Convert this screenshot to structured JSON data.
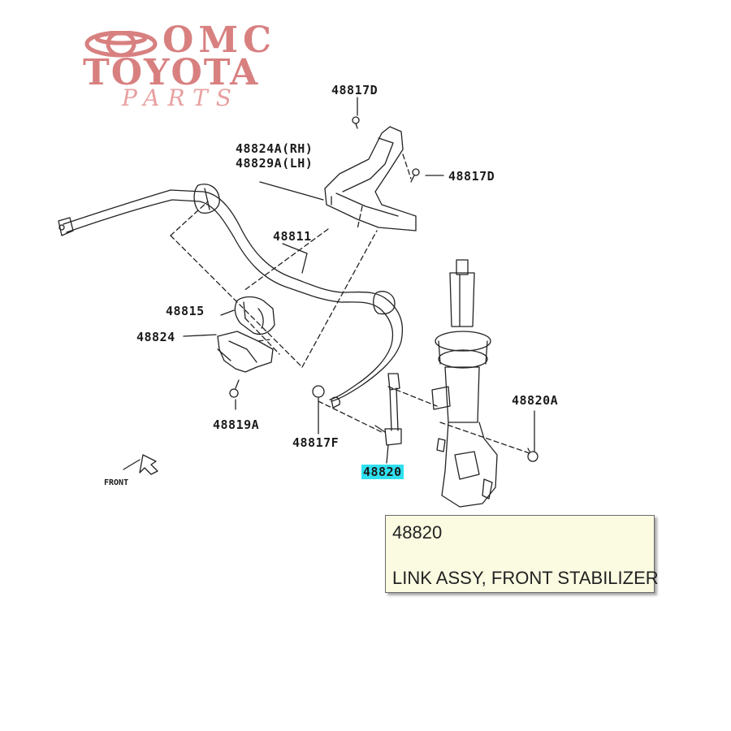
{
  "logo": {
    "line1": "OMC",
    "line2": "TOYOTA",
    "line3": "PARTS",
    "color": "#d88080"
  },
  "parts": {
    "p48817D_top": "48817D",
    "p48824A": "48824A(RH)",
    "p48829A": "48829A(LH)",
    "p48817D_right": "48817D",
    "p48811": "48811",
    "p48815": "48815",
    "p48824": "48824",
    "p48820A": "48820A",
    "p48819A": "48819A",
    "p48817F": "48817F",
    "p48820": "48820"
  },
  "front_marker": "FRONT",
  "highlight_color": "#2ee0f0",
  "tooltip": {
    "code": "48820",
    "description": "LINK ASSY, FRONT STABILIZER"
  }
}
